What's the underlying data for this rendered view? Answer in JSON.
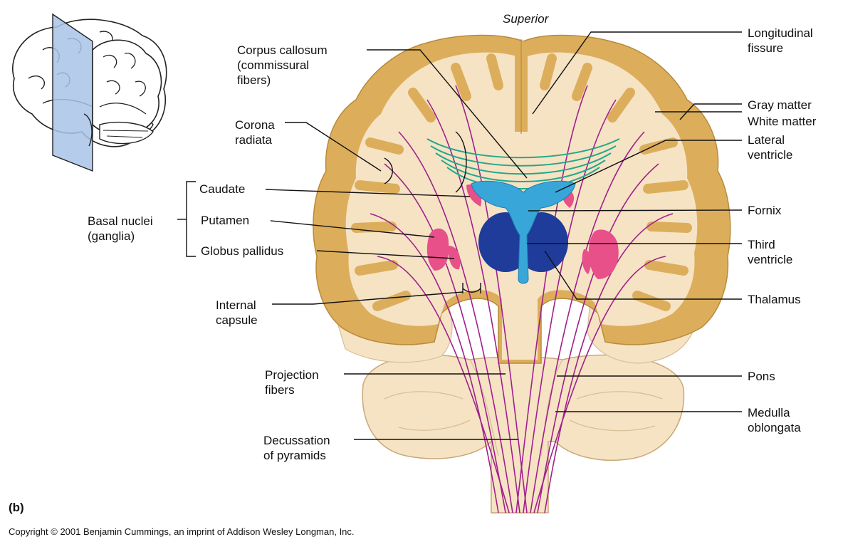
{
  "figure": {
    "orientation": "Superior",
    "panel": "(b)",
    "copyright": "Copyright © 2001 Benjamin Cummings, an imprint of Addison Wesley Longman, Inc."
  },
  "labels_left": {
    "corpus_callosum": "Corpus callosum\n(commissural\nfibers)",
    "corona_radiata": "Corona\nradiata",
    "basal_nuclei": "Basal nuclei\n(ganglia)",
    "caudate": "Caudate",
    "putamen": "Putamen",
    "globus_pallidus": "Globus pallidus",
    "internal_capsule": "Internal\ncapsule",
    "projection_fibers": "Projection\nfibers",
    "decussation": "Decussation\nof pyramids"
  },
  "labels_right": {
    "longitudinal_fissure": "Longitudinal\nfissure",
    "gray_matter": "Gray matter",
    "white_matter": "White matter",
    "lateral_ventricle": "Lateral\nventricle",
    "fornix": "Fornix",
    "third_ventricle": "Third\nventricle",
    "thalamus": "Thalamus",
    "pons": "Pons",
    "medulla": "Medulla\noblongata"
  },
  "colors": {
    "gray_matter": "#dcae5c",
    "white_matter": "#f6e3c4",
    "projection_fibers": "#a0208c",
    "commissural_fibers": "#22a88a",
    "ventricle": "#38a6d8",
    "thalamus": "#1f3c9a",
    "basal_nuclei": "#e8508a",
    "plane": "#a8c4e8"
  }
}
